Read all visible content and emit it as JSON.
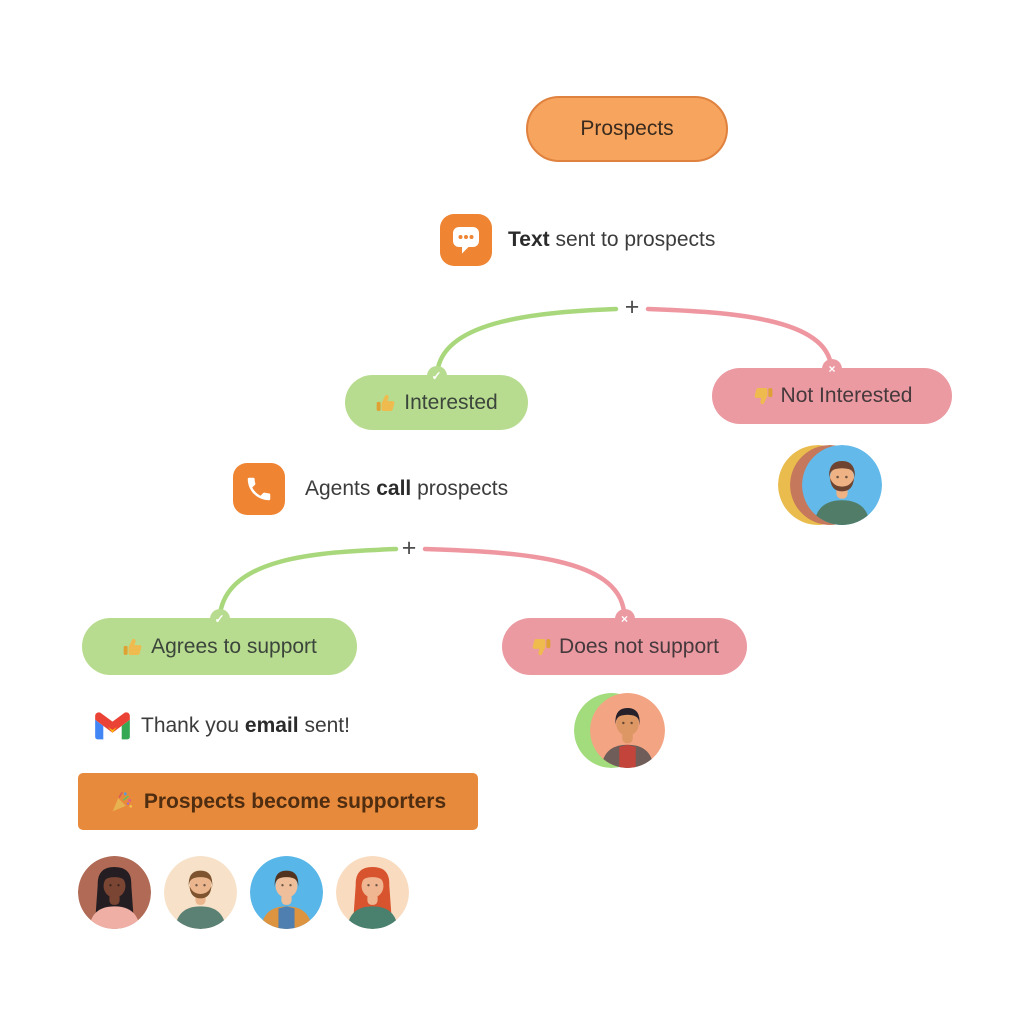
{
  "palette": {
    "accent_orange": "#EF8432",
    "node_orange_fill": "#F6A45E",
    "node_orange_border": "#E0823F",
    "positive_green_fill": "#B7DC8F",
    "positive_green_line": "#A9D87C",
    "negative_pink_fill": "#EB9AA2",
    "negative_pink_line": "#EF97A1",
    "banner_orange": "#E88A3C",
    "text_dark": "#3C3C3C"
  },
  "root_node": {
    "label": "Prospects"
  },
  "steps": {
    "text_step": {
      "icon": "chat-bubble-icon",
      "prefix": "",
      "bold": "Text",
      "suffix": " sent to prospects"
    },
    "call_step": {
      "icon": "phone-icon",
      "prefix": "Agents ",
      "bold": "call",
      "suffix": " prospects"
    },
    "email_step": {
      "icon": "gmail-icon",
      "prefix": "Thank you ",
      "bold": "email",
      "suffix": " sent!"
    }
  },
  "branches": {
    "text_branch": {
      "add_symbol": "+",
      "positive": {
        "label": "Interested",
        "mark": "✓",
        "emoji": "thumbs-up-icon"
      },
      "negative": {
        "label": "Not Interested",
        "mark": "×",
        "emoji": "thumbs-down-icon"
      }
    },
    "call_branch": {
      "add_symbol": "+",
      "positive": {
        "label": "Agrees to support",
        "mark": "✓",
        "emoji": "thumbs-up-icon"
      },
      "negative": {
        "label": "Does not support",
        "mark": "×",
        "emoji": "thumbs-down-icon"
      }
    }
  },
  "banner": {
    "label": "Prospects become supporters",
    "emoji": "party-popper-icon"
  },
  "avatars": {
    "not_interested_stack": [
      {
        "bg": "#E9BC4D"
      },
      {
        "bg": "#C5785B"
      },
      {
        "bg": "#63B9E9",
        "person": true,
        "skin": "#EFB285",
        "hair": "#6E4430",
        "beard": true,
        "shirt": "#507C68"
      }
    ],
    "does_not_support_stack": [
      {
        "bg": "#A3DC7D"
      },
      {
        "bg": "#F3A482",
        "person": true,
        "skin": "#DC9765",
        "hair": "#26202A",
        "shirt": "#6E5D58",
        "vest": "#C2443A"
      }
    ],
    "supporters": [
      {
        "bg": "#B06A55",
        "person": true,
        "skin": "#7A4533",
        "hair": "#241D22",
        "longHair": true,
        "shirt": "#EFAFA5"
      },
      {
        "bg": "#F7E1C8",
        "person": true,
        "skin": "#EBB68D",
        "hair": "#7E532F",
        "beard": true,
        "shirt": "#5A8173"
      },
      {
        "bg": "#58B6E9",
        "person": true,
        "skin": "#EFBE9A",
        "hair": "#52331F",
        "shirt": "#DD9440",
        "vest": "#4E7FB0"
      },
      {
        "bg": "#F9DCC0",
        "person": true,
        "skin": "#F0B691",
        "hair": "#D8542E",
        "longHair": true,
        "shirt": "#49806E"
      }
    ]
  }
}
